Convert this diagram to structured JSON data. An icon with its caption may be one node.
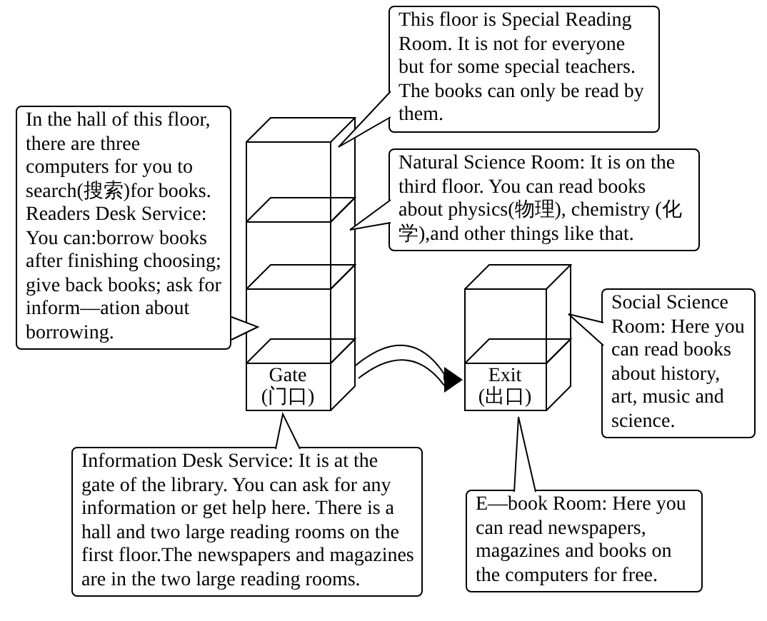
{
  "diagram": {
    "nodes": [
      {
        "text": [
          "This floor is Special Reading Room. It is not for everyone but for some special teachers. The books can only be read by them."
        ]
      },
      {
        "text": [
          "In the hall of this floor, there are three computers for you to search(搜索)for books.",
          "Readers Desk Service:",
          "You can:borrow books after finishing choosing; give back books; ask for inform—ation about borrowing."
        ]
      },
      {
        "text": [
          "Natural Science Room: It is on the third floor. You can read books about physics(物理), chemistry (化学),and other things like that."
        ]
      },
      {
        "text": [],
        "shape": "box"
      },
      {
        "text": [],
        "shape": "box"
      },
      {
        "text": [],
        "shape": "box"
      },
      {
        "text": [
          "Gate (门口)"
        ]
      },
      {
        "text": [],
        "shape": "box"
      },
      {
        "text": [
          "Exit (出口)"
        ]
      },
      {
        "text": [
          "Social Science Room: Here you can read books about history, art, music and science."
        ]
      },
      {
        "text": [
          "Information Desk Service: It is at the gate of the library. You can ask for any information or get help here. There is a hall and two large reading rooms on the first floor.The newspapers and magazines are in the two large reading rooms."
        ]
      },
      {
        "text": [
          "E—book Room: Here you can read newspapers, magazines and books on the computers for free."
        ]
      }
    ],
    "edges": [
      {
        "from": 6,
        "to": 8,
        "arrow": "to"
      }
    ]
  }
}
